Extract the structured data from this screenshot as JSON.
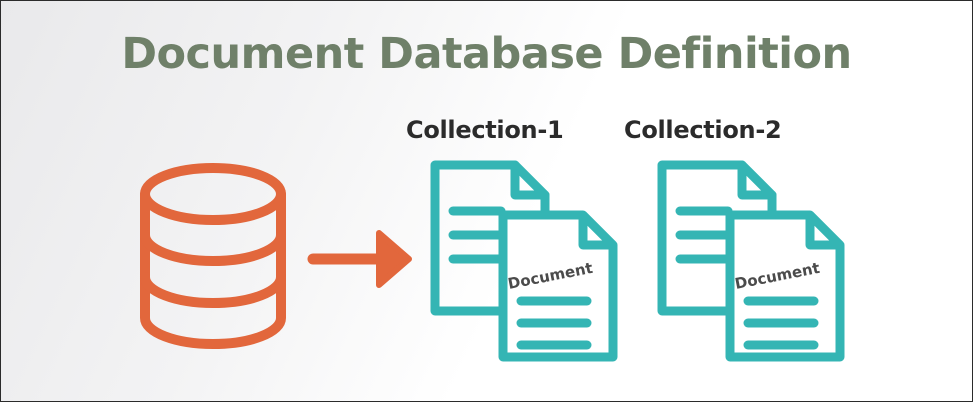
{
  "title": "Document Database Definition",
  "collections": [
    {
      "label": "Collection-1",
      "doc_label": "Document"
    },
    {
      "label": "Collection-2",
      "doc_label": "Document"
    }
  ],
  "colors": {
    "title": "#6f8069",
    "database": "#e2673c",
    "arrow": "#e2673c",
    "document": "#34b5b4",
    "doc_text": "#4b4b4b",
    "label": "#2b2b2b"
  },
  "icons": {
    "database": "database-icon",
    "arrow": "arrow-right-icon",
    "document": "document-icon"
  }
}
